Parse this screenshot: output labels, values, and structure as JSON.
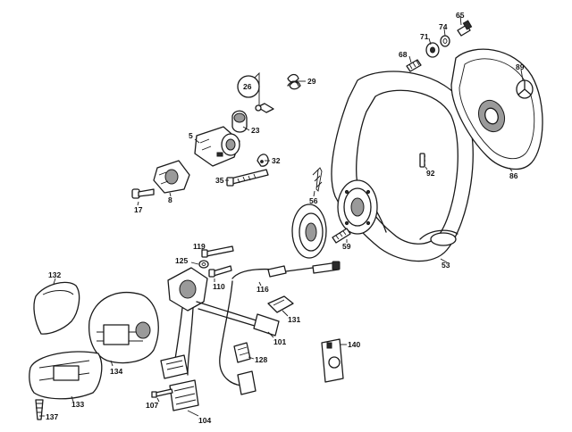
{
  "diagram": {
    "callouts": {
      "c65": "65",
      "c74": "74",
      "c71": "71",
      "c68": "68",
      "c89": "89",
      "c26": "26",
      "c29": "29",
      "c23": "23",
      "c5": "5",
      "c32": "32",
      "c35": "35",
      "c17": "17",
      "c8": "8",
      "c92": "92",
      "c86": "86",
      "c56": "56",
      "c59": "59",
      "c53": "53",
      "c119": "119",
      "c125": "125",
      "c110": "110",
      "c116": "116",
      "c132": "132",
      "c131": "131",
      "c101": "101",
      "c140": "140",
      "c128": "128",
      "c134": "134",
      "c133": "133",
      "c107": "107",
      "c104": "104",
      "c137": "137"
    }
  }
}
